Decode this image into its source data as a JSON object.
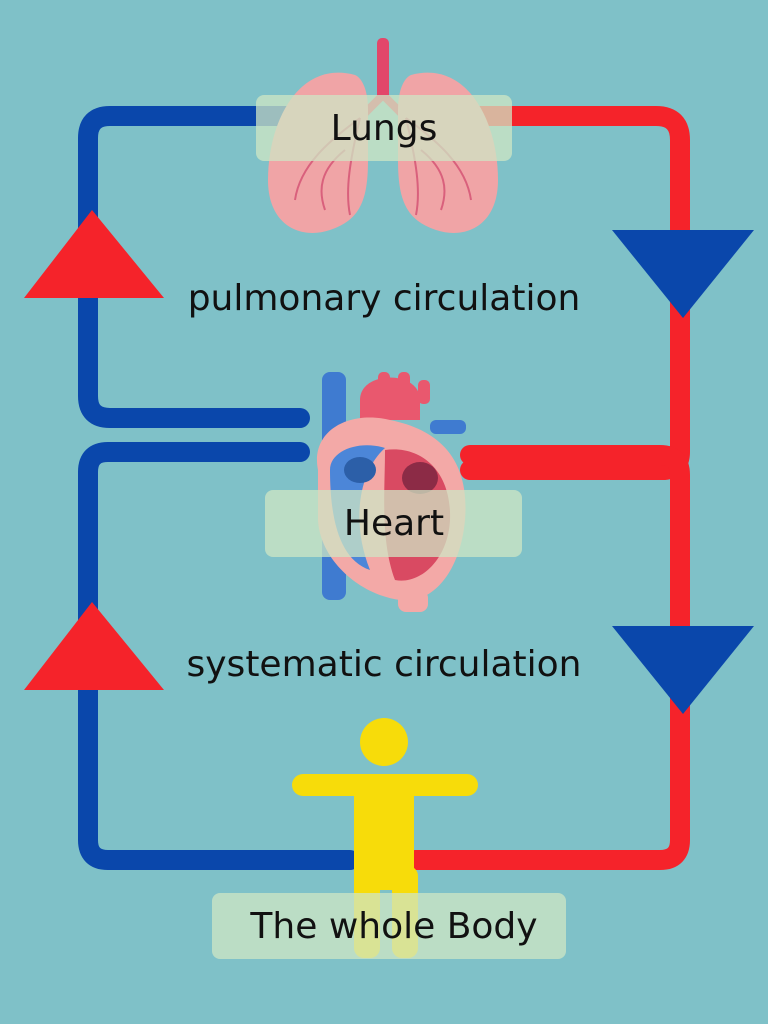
{
  "labels": {
    "lungs": "Lungs",
    "pulmonary": "pulmonary circulation",
    "heart": "Heart",
    "systemic": "systematic circulation",
    "body": "The whole Body"
  },
  "colors": {
    "background": "#7fc1c8",
    "oxygenated": "#f5232a",
    "deoxygenated": "#0a47ab",
    "body_figure": "#f7dc0a",
    "lung_tissue": "#f0a4a6",
    "label_box": "#cfe6c4"
  },
  "icons": {
    "lungs": "lungs-icon",
    "heart": "heart-anatomy-icon",
    "body": "person-icon",
    "up_arrow": "up-triangle-arrow-icon",
    "down_arrow": "down-triangle-arrow-icon"
  }
}
